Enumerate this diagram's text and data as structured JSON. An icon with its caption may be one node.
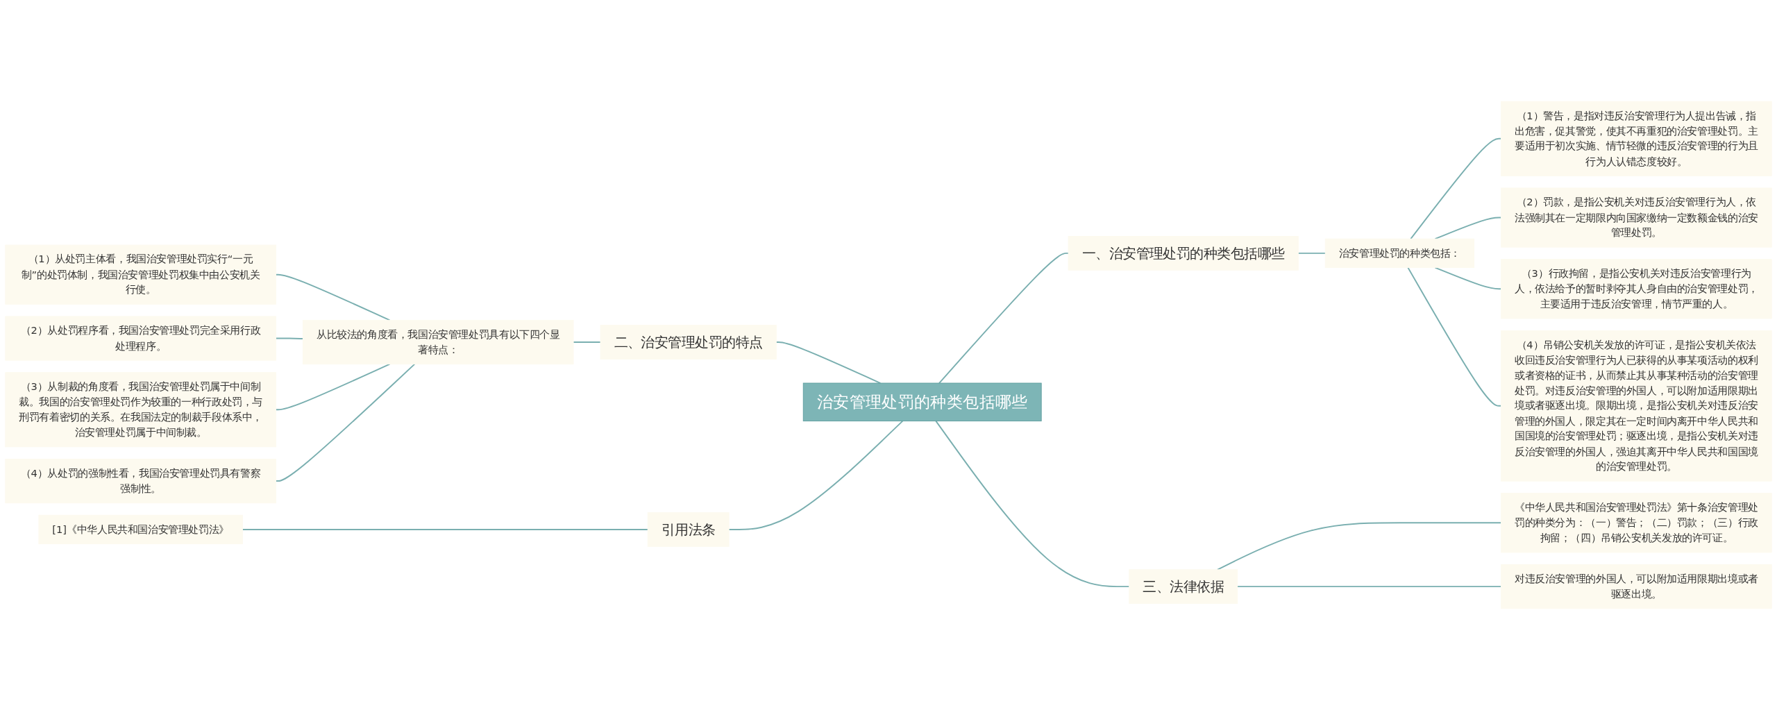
{
  "diagram": {
    "nodes": [
      {
        "text": [
          "治安管理处罚的种类包括哪些"
        ]
      },
      {
        "text": [
          "一、治安管理处罚的种类包括哪些"
        ]
      },
      {
        "text": [
          "治安管理处罚的种类包括："
        ]
      },
      {
        "text": [
          "（1）警告，是指对违反治安管理行为人提出告诫，指出危害，促其警觉，使其不再重犯的治安管理处罚。主要适用于初次实施、情节轻微的违反治安管理的行为且行为人认错态度较好。"
        ]
      },
      {
        "text": [
          "（2）罚款，是指公安机关对违反治安管理行为人，依法强制其在一定期限内向国家缴纳一定数额金钱的治安管理处罚。"
        ]
      },
      {
        "text": [
          "（3）行政拘留，是指公安机关对违反治安管理行为人，依法给予的暂时剥夺其人身自由的治安管理处罚，主要适用于违反治安管理，情节严重的人。"
        ]
      },
      {
        "text": [
          "（4）吊销公安机关发放的许可证，是指公安机关依法收回违反治安管理行为人已获得的从事某项活动的权利或者资格的证书，从而禁止其从事某种活动的治安管理处罚。对违反治安管理的外国人，可以附加适用限期出境或者驱逐出境。限期出境，是指公安机关对违反治安管理的外国人，限定其在一定时间内离开中华人民共和国国境的治安管理处罚；驱逐出境，是指公安机关对违反治安管理的外国人，强迫其离开中华人民共和国国境的治安管理处罚。"
        ]
      },
      {
        "text": [
          "三、法律依据"
        ]
      },
      {
        "text": [
          "《中华人民共和国治安管理处罚法》第十条治安管理处罚的种类分为：（一）警告；（二）罚款；（三）行政拘留；（四）吊销公安机关发放的许可证。"
        ]
      },
      {
        "text": [
          "对违反治安管理的外国人，可以附加适用限期出境或者驱逐出境。"
        ]
      },
      {
        "text": [
          "二、治安管理处罚的特点"
        ]
      },
      {
        "text": [
          "从比较法的角度看，我国治安管理处罚具有以下四个显著特点："
        ]
      },
      {
        "text": [
          "（1）从处罚主体看，我国治安管理处罚实行“一元制”的处罚体制，我国治安管理处罚权集中由公安机关行使。"
        ]
      },
      {
        "text": [
          "（2）从处罚程序看，我国治安管理处罚完全采用行政处理程序。"
        ]
      },
      {
        "text": [
          "（3）从制裁的角度看，我国治安管理处罚属于中间制裁。我国的治安管理处罚作为较重的一种行政处罚，与刑罚有着密切的关系。在我国法定的制裁手段体系中，治安管理处罚属于中间制裁。"
        ]
      },
      {
        "text": [
          "（4）从处罚的强制性看，我国治安管理处罚具有警察强制性。"
        ]
      },
      {
        "text": [
          "引用法条"
        ]
      },
      {
        "text": [
          "[1]《中华人民共和国治安管理处罚法》"
        ]
      }
    ],
    "edges": [
      {
        "from": 0,
        "to": 1,
        "arrow": "none"
      },
      {
        "from": 1,
        "to": 2,
        "arrow": "none"
      },
      {
        "from": 2,
        "to": 3,
        "arrow": "none"
      },
      {
        "from": 2,
        "to": 4,
        "arrow": "none"
      },
      {
        "from": 2,
        "to": 5,
        "arrow": "none"
      },
      {
        "from": 2,
        "to": 6,
        "arrow": "none"
      },
      {
        "from": 0,
        "to": 7,
        "arrow": "none"
      },
      {
        "from": 7,
        "to": 8,
        "arrow": "none"
      },
      {
        "from": 7,
        "to": 9,
        "arrow": "none"
      },
      {
        "from": 0,
        "to": 10,
        "arrow": "none"
      },
      {
        "from": 10,
        "to": 11,
        "arrow": "none"
      },
      {
        "from": 11,
        "to": 12,
        "arrow": "none"
      },
      {
        "from": 11,
        "to": 13,
        "arrow": "none"
      },
      {
        "from": 11,
        "to": 14,
        "arrow": "none"
      },
      {
        "from": 11,
        "to": 15,
        "arrow": "none"
      },
      {
        "from": 0,
        "to": 16,
        "arrow": "none"
      },
      {
        "from": 16,
        "to": 17,
        "arrow": "none"
      }
    ]
  }
}
